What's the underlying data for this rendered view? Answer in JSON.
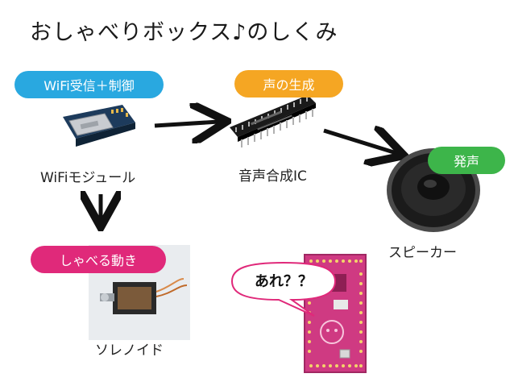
{
  "title": "おしゃべりボックス♪のしくみ",
  "badges": {
    "wifi": "WiFi受信＋制御",
    "voice_gen": "声の生成",
    "speak": "発声",
    "motion": "しゃべる動き"
  },
  "labels": {
    "wifi_module": "WiFiモジュール",
    "voice_ic": "音声合成IC",
    "speaker": "スピーカー",
    "solenoid": "ソレノイド"
  },
  "bubble": "あれ？？",
  "colors": {
    "blue": "#29a8e0",
    "orange": "#f5a623",
    "green": "#3db54a",
    "magenta": "#e0297a"
  }
}
